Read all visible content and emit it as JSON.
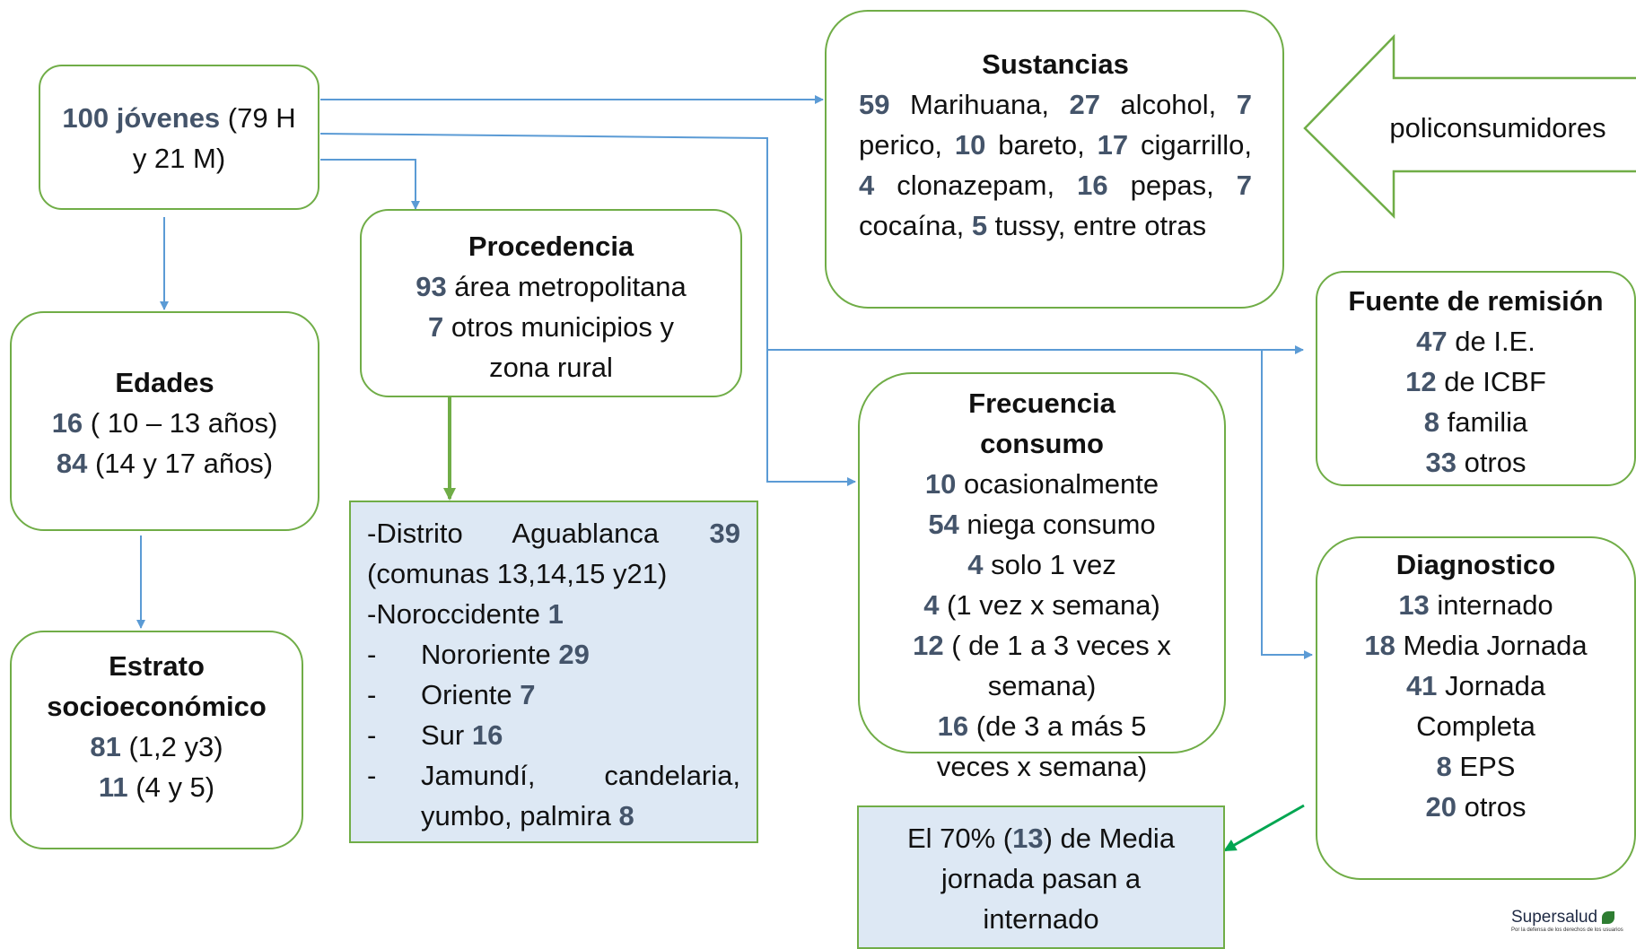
{
  "jovenes": {
    "num": "100 jóvenes",
    "text": " (79 H y 21 M)"
  },
  "edades": {
    "title": "Edades",
    "rows": [
      {
        "num": "16",
        "text": "  ( 10 – 13 años)"
      },
      {
        "num": "84",
        "text": "  (14 y 17 años)"
      }
    ]
  },
  "estrato": {
    "title_1": "Estrato",
    "title_2": "socioeconómico",
    "rows": [
      {
        "num": "81",
        "text": " (1,2 y3)"
      },
      {
        "num": "11",
        "text": " (4 y 5)"
      }
    ]
  },
  "procedencia": {
    "title": "Procedencia",
    "rows": [
      {
        "num": "93",
        "text": " área metropolitana"
      },
      {
        "num": "7",
        "text": " otros municipios y zona rural"
      }
    ]
  },
  "distritos": {
    "d1_text": "-Distrito Aguablanca ",
    "d1_num": "39",
    "d1_sub": "(comunas 13,14,15 y21)",
    "d2_text": "-Noroccidente ",
    "d2_num": "1",
    "dash": "-",
    "items": [
      {
        "text": "Nororiente  ",
        "num": "29"
      },
      {
        "text": "Oriente ",
        "num": "7"
      },
      {
        "text": "Sur ",
        "num": "16"
      },
      {
        "text": "Jamundí, candelaria, yumbo, palmira ",
        "num": "8"
      }
    ]
  },
  "sustancias": {
    "title": "Sustancias",
    "items": [
      {
        "num": "59",
        "text": " Marihuana, "
      },
      {
        "num": "27",
        "text": " alcohol, "
      },
      {
        "num": "7",
        "text": " perico, "
      },
      {
        "num": "10",
        "text": " bareto, "
      },
      {
        "num": "17",
        "text": " cigarrillo, "
      },
      {
        "num": "4",
        "text": " clonazepam, "
      },
      {
        "num": "16",
        "text": " pepas, "
      },
      {
        "num": "7",
        "text": " cocaína, "
      },
      {
        "num": "5",
        "text": " tussy, "
      }
    ],
    "tail": "entre otras"
  },
  "policonsumidores": "policonsumidores",
  "frecuencia": {
    "title": "Frecuencia consumo",
    "rows": [
      {
        "num": "10",
        "text": " ocasionalmente"
      },
      {
        "num": "54",
        "text": " niega consumo"
      },
      {
        "num": "4",
        "text": " solo 1 vez"
      },
      {
        "num": "4",
        "text": " (1 vez x semana)"
      },
      {
        "num": "12",
        "text": " ( de 1 a 3 veces x semana)"
      },
      {
        "num": "16",
        "text": " (de 3 a más 5 veces x semana)"
      }
    ]
  },
  "fuente": {
    "title": "Fuente de remisión",
    "rows": [
      {
        "num": "47",
        "text": " de I.E."
      },
      {
        "num": "12",
        "text": " de ICBF"
      },
      {
        "num": "8",
        "text": " familia"
      },
      {
        "num": "33",
        "text": " otros"
      }
    ]
  },
  "diagnostico": {
    "title": "Diagnostico",
    "rows": [
      {
        "num": "13",
        "text": " internado"
      },
      {
        "num": "18",
        "text": " Media Jornada"
      },
      {
        "num": "41",
        "text": " Jornada Completa"
      },
      {
        "num": "8",
        "text": " EPS"
      },
      {
        "num": "20",
        "text": " otros"
      }
    ]
  },
  "nota": {
    "pre": "El 70% (",
    "num": "13",
    "post": ") de Media jornada pasan a internado"
  },
  "logo": {
    "name": "Supersalud",
    "tagline": "Por la defensa de los derechos de los usuarios"
  },
  "colors": {
    "border": "#70ad47",
    "arrow_blue": "#5b9bd5",
    "arrow_green": "#70ad47",
    "number": "#44546a",
    "fill_blue": "#dde8f4"
  }
}
